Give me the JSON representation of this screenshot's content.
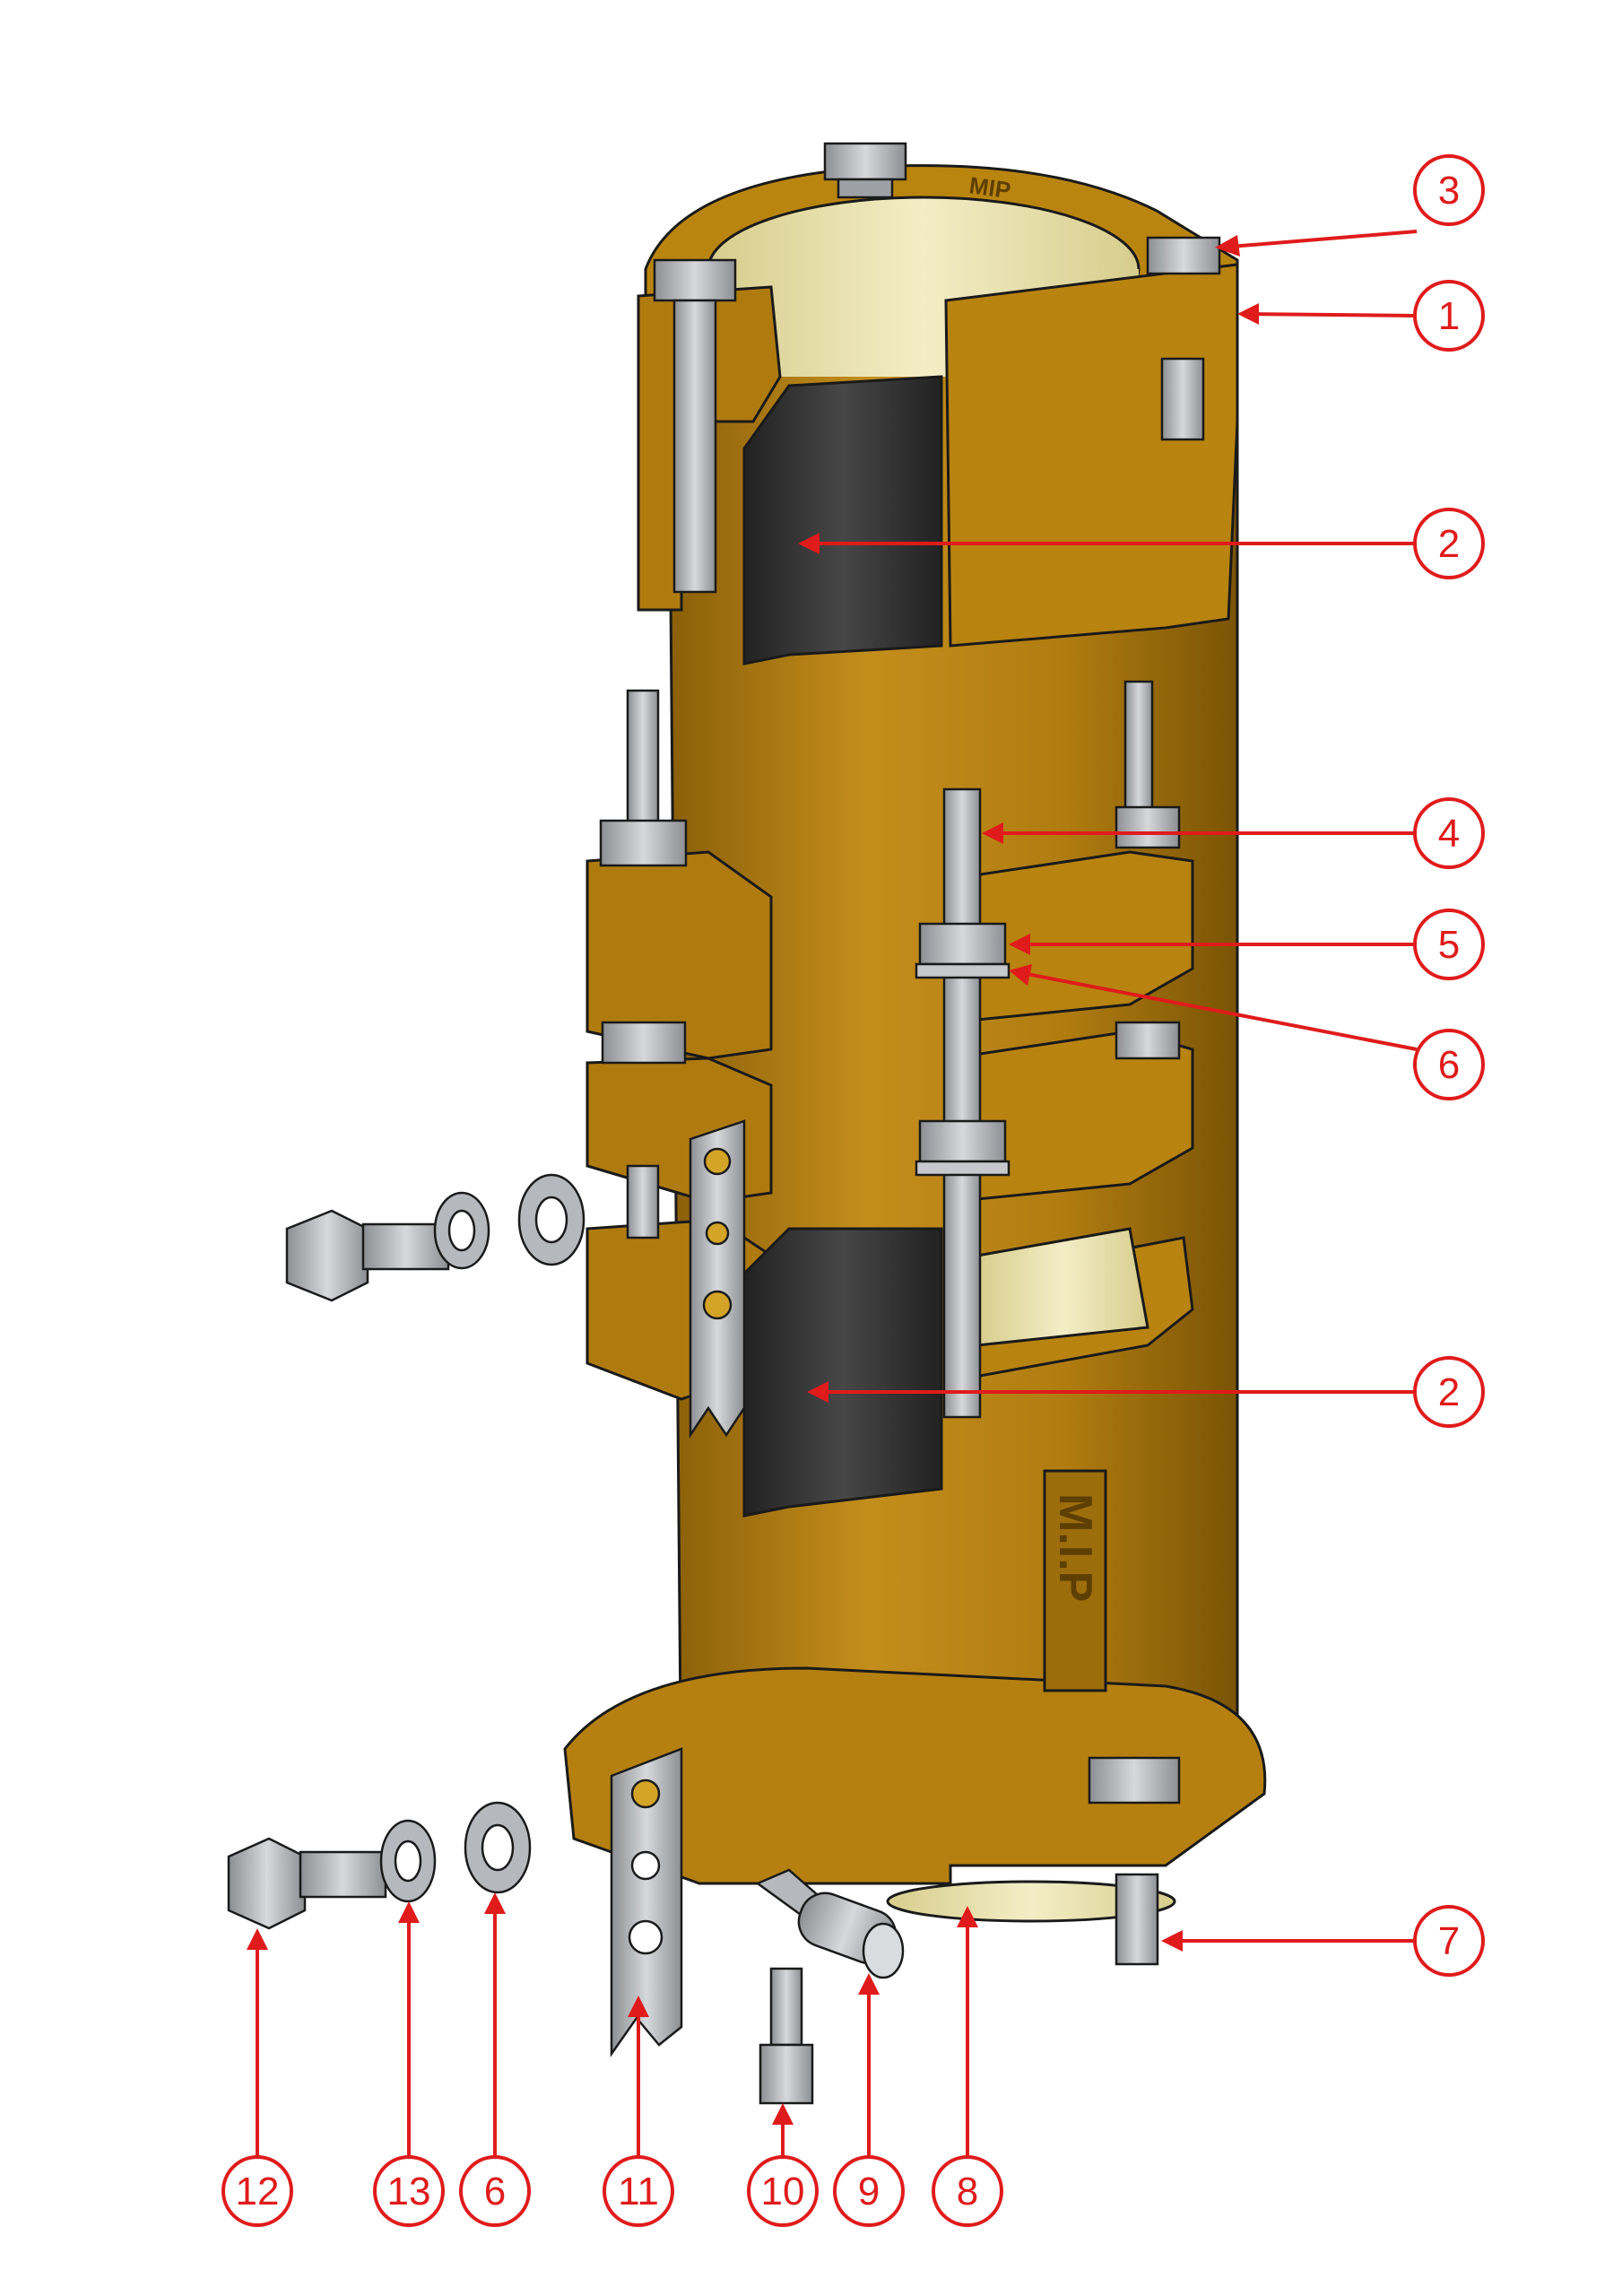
{
  "colors": {
    "bronze": "#B5800F",
    "bronze_dark": "#7E5706",
    "bronze_light": "#CF9A2A",
    "liner": "#EDE6B4",
    "liner_shadow": "#D8CF92",
    "rubber": "#333333",
    "steel": "#B9BCC0",
    "steel_dark": "#8A8D91",
    "callout": "#E01B1B",
    "outline": "#1A1A1A"
  },
  "casting_marks": {
    "top_flange": "MIP",
    "body_plate": "M.I.P"
  },
  "callouts": [
    {
      "label": "3"
    },
    {
      "label": "1"
    },
    {
      "label": "2"
    },
    {
      "label": "4"
    },
    {
      "label": "5"
    },
    {
      "label": "6"
    },
    {
      "label": "2"
    },
    {
      "label": "7"
    },
    {
      "label": "12"
    },
    {
      "label": "13"
    },
    {
      "label": "6"
    },
    {
      "label": "11"
    },
    {
      "label": "10"
    },
    {
      "label": "9"
    },
    {
      "label": "8"
    }
  ]
}
